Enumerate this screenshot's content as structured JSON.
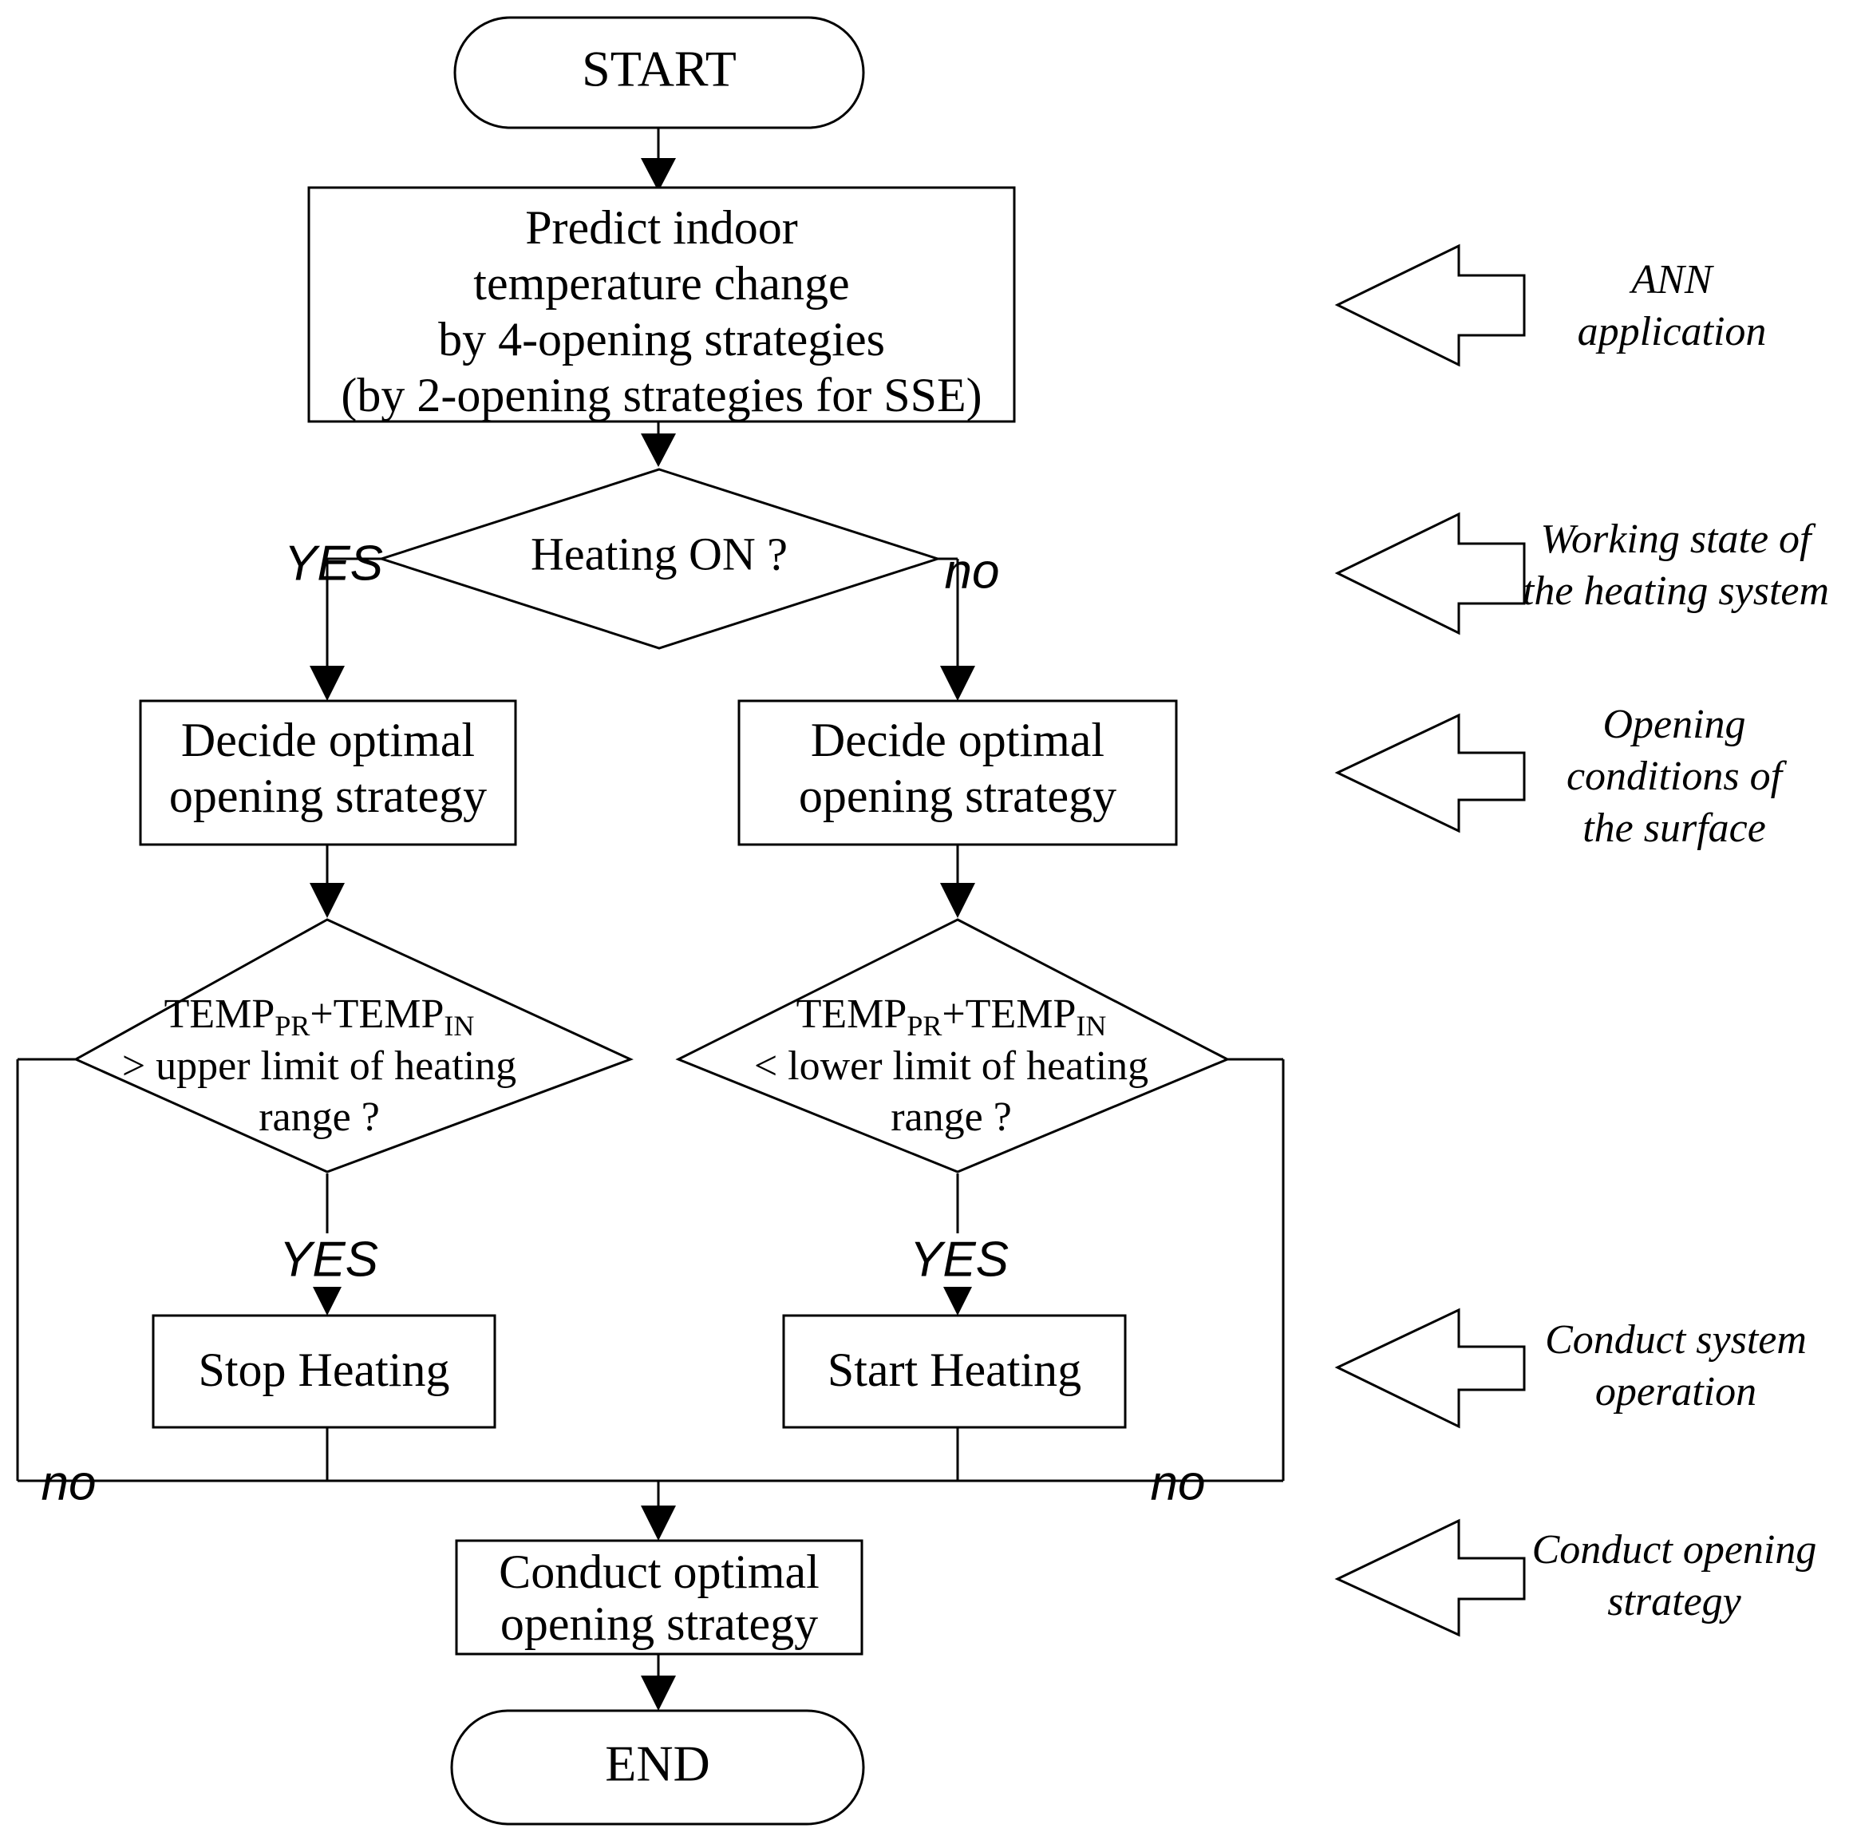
{
  "diagram": {
    "title": "Heating control flowchart with ANN-based indoor temperature prediction",
    "type": "flowchart",
    "background_color": "#ffffff",
    "line_color": "#000000"
  },
  "nodes": {
    "start": {
      "label": "START",
      "shape": "terminator"
    },
    "predict": {
      "shape": "process",
      "line1": "Predict indoor",
      "line2": "temperature change",
      "line3": "by 4-opening strategies",
      "line4": "(by 2-opening strategies for SSE)"
    },
    "heating_on": {
      "shape": "decision",
      "label": "Heating ON ?"
    },
    "decide_left": {
      "shape": "process",
      "line1": "Decide optimal",
      "line2": "opening strategy"
    },
    "decide_right": {
      "shape": "process",
      "line1": "Decide optimal",
      "line2": "opening strategy"
    },
    "upper_limit": {
      "shape": "decision",
      "expr_main": "TEMP",
      "expr_sub1": "PR",
      "expr_plus": "+TEMP",
      "expr_sub2": "IN",
      "line2": "> upper limit of heating",
      "line3": "range ?"
    },
    "lower_limit": {
      "shape": "decision",
      "expr_main": "TEMP",
      "expr_sub1": "PR",
      "expr_plus": "+TEMP",
      "expr_sub2": "IN",
      "line2": "< lower limit of heating",
      "line3": "range ?"
    },
    "stop_heating": {
      "shape": "process",
      "label": "Stop Heating"
    },
    "start_heating": {
      "shape": "process",
      "label": "Start Heating"
    },
    "conduct": {
      "shape": "process",
      "line1": "Conduct optimal",
      "line2": "opening strategy"
    },
    "end": {
      "label": "END",
      "shape": "terminator"
    }
  },
  "edge_labels": {
    "heating_yes": "YES",
    "heating_no": "no",
    "upper_yes": "YES",
    "lower_yes": "YES",
    "upper_no": "no",
    "lower_no": "no"
  },
  "annotations": [
    {
      "id": "ann-1",
      "line1": "ANN",
      "line2": "application",
      "line3": ""
    },
    {
      "id": "ann-2",
      "line1": "Working state of",
      "line2": "the heating system",
      "line3": ""
    },
    {
      "id": "ann-3",
      "line1": "Opening",
      "line2": "conditions of",
      "line3": "the surface"
    },
    {
      "id": "ann-4",
      "line1": "Conduct system",
      "line2": "operation",
      "line3": ""
    },
    {
      "id": "ann-5",
      "line1": "Conduct opening",
      "line2": "strategy",
      "line3": ""
    }
  ]
}
